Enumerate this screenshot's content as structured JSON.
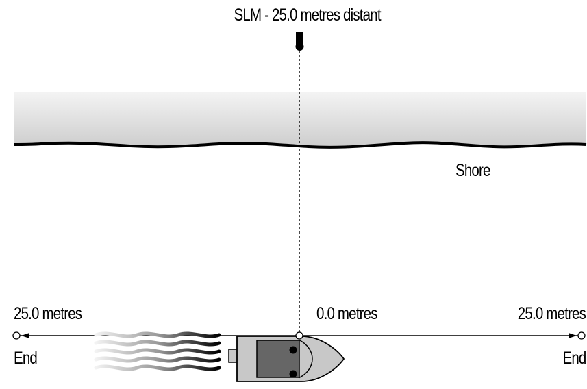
{
  "labels": {
    "slm": "SLM - 25.0 metres distant",
    "shore": "Shore",
    "left_distance": "25.0 metres",
    "center_distance": "0.0 metres",
    "right_distance": "25.0 metres",
    "left_end": "End",
    "right_end": "End"
  },
  "icons": {
    "marker": "slm-marker-icon",
    "boat": "boat-icon",
    "wake": "wake-icon",
    "left_arrow": "left-arrow-end-icon",
    "right_arrow": "right-arrow-end-icon"
  },
  "colors": {
    "shore_top": "#f4f4f4",
    "shore_bottom": "#cdcdcd",
    "boat_hull": "#c8c8c8",
    "boat_cabin": "#666666"
  }
}
